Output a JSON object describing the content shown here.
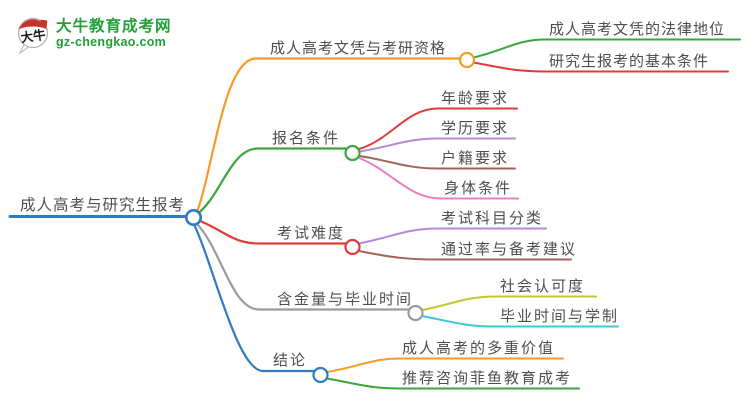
{
  "logo": {
    "title": "大牛教育成考网",
    "url": "gz-chengkao.com",
    "icon_text": "大牛",
    "brand_green": "#22a038",
    "seal_red": "#c4342b"
  },
  "mindmap": {
    "root": {
      "label": "成人高考与研究生报考",
      "color": "#2e7bc4"
    },
    "branches": [
      {
        "label": "成人高考文凭与考研资格",
        "color": "#f59b27",
        "children": [
          {
            "label": "成人高考文凭的法律地位",
            "color": "#3ba63b"
          },
          {
            "label": "研究生报考的基本条件",
            "color": "#e03a3a"
          }
        ]
      },
      {
        "label": "报名条件",
        "color": "#3ba63b",
        "children": [
          {
            "label": "年龄要求",
            "color": "#e03a3a"
          },
          {
            "label": "学历要求",
            "color": "#b688d8"
          },
          {
            "label": "户籍要求",
            "color": "#a2655a"
          },
          {
            "label": "身体条件",
            "color": "#ee7cc0"
          }
        ]
      },
      {
        "label": "考试难度",
        "color": "#e03a3a",
        "children": [
          {
            "label": "考试科目分类",
            "color": "#b688d8"
          },
          {
            "label": "通过率与备考建议",
            "color": "#a2655a"
          }
        ]
      },
      {
        "label": "含金量与毕业时间",
        "color": "#9b9b9b",
        "children": [
          {
            "label": "社会认可度",
            "color": "#c3c72e"
          },
          {
            "label": "毕业时间与学制",
            "color": "#38c9dd"
          }
        ]
      },
      {
        "label": "结论",
        "color": "#2e7bc4",
        "children": [
          {
            "label": "成人高考的多重价值",
            "color": "#f59b27"
          },
          {
            "label": "推荐咨询菲鱼教育成考",
            "color": "#3ba63b"
          }
        ]
      }
    ]
  }
}
